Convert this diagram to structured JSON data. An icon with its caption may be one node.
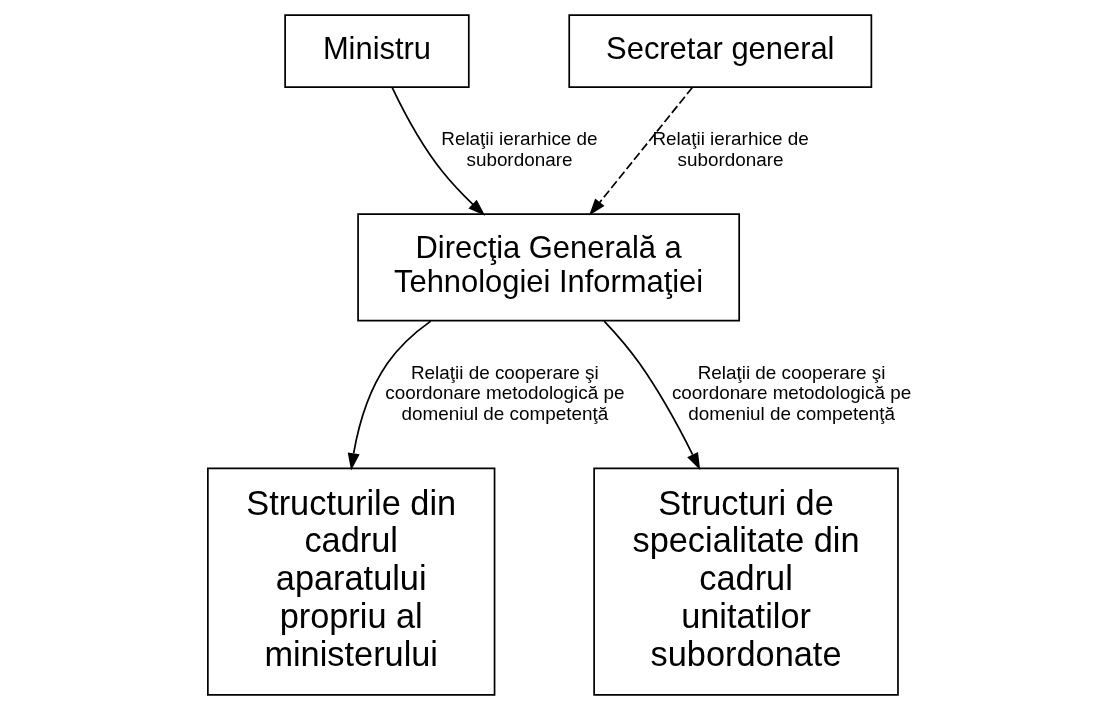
{
  "diagram": {
    "nodes": [
      {
        "text": [
          "Ministru"
        ]
      },
      {
        "text": [
          "Secretar general"
        ]
      },
      {
        "text": [
          "Direcţia Generală a Tehnologiei Informaţiei"
        ]
      },
      {
        "text": [
          "Structurile din cadrul aparatului propriu al ministerului"
        ]
      },
      {
        "text": [
          "Structuri de specialitate din cadrul unitatilor subordonate"
        ]
      }
    ],
    "edges": [
      {
        "from": 0,
        "to": 2,
        "arrow": "to",
        "label": "Relaţii ierarhice de subordonare"
      },
      {
        "from": 1,
        "to": 2,
        "arrow": "to",
        "style": "dashed",
        "label": "Relaţii ierarhice de subordonare"
      },
      {
        "from": 2,
        "to": 3,
        "arrow": "to",
        "label": "Relaţii de cooperare şi coordonare metodologică pe domeniul de competenţă"
      },
      {
        "from": 2,
        "to": 4,
        "arrow": "to",
        "label": "Relaţii de cooperare şi coordonare metodologică pe domeniul de competenţă"
      }
    ]
  }
}
